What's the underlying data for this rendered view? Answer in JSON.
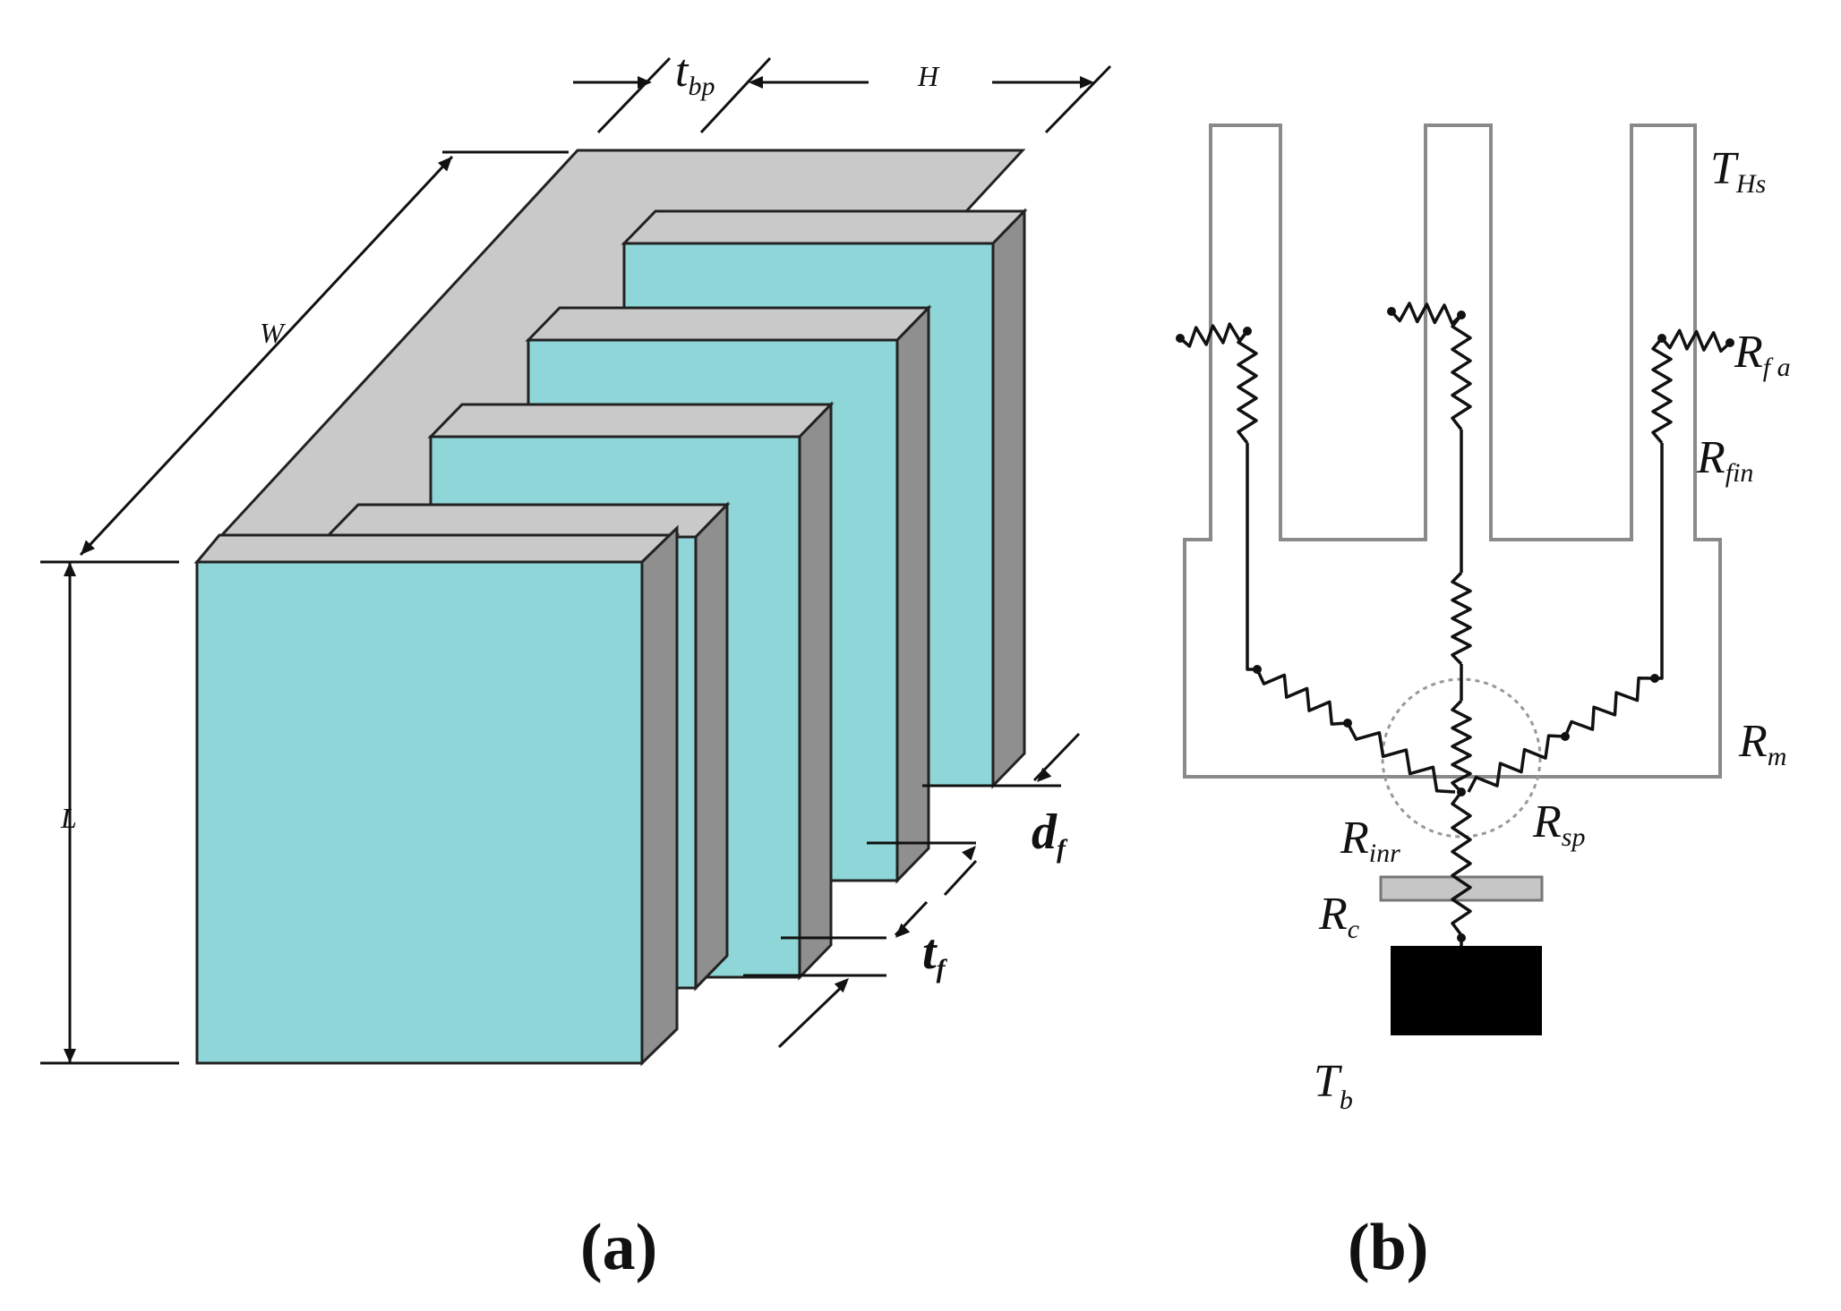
{
  "panel_a": {
    "caption": "(a)",
    "labels": {
      "t_bp": {
        "main": "t",
        "sub": "bp"
      },
      "H": "H",
      "W": "W",
      "L": "L",
      "d_f": {
        "main": "d",
        "sub": "f"
      },
      "t_f": {
        "main": "t",
        "sub": "f"
      }
    },
    "colors": {
      "face": "#8fd6d8",
      "top": "#c9c9c9",
      "side": "#8f8f8f",
      "edge": "#222222"
    }
  },
  "panel_b": {
    "caption": "(b)",
    "labels": {
      "T_Hs": {
        "main": "T",
        "sub": "Hs"
      },
      "R_fa": {
        "main": "R",
        "sub": "f a"
      },
      "R_fin": {
        "main": "R",
        "sub": "fin"
      },
      "R_m": {
        "main": "R",
        "sub": "m"
      },
      "R_sp": {
        "main": "R",
        "sub": "sp"
      },
      "R_inr": {
        "main": "R",
        "sub": "inr"
      },
      "R_c": {
        "main": "R",
        "sub": "c"
      },
      "T_b": {
        "main": "T",
        "sub": "b"
      }
    },
    "colors": {
      "outline": "#8a8a8a",
      "wire": "#111111",
      "source": "#000000",
      "interface": "#c6c6c6"
    }
  }
}
